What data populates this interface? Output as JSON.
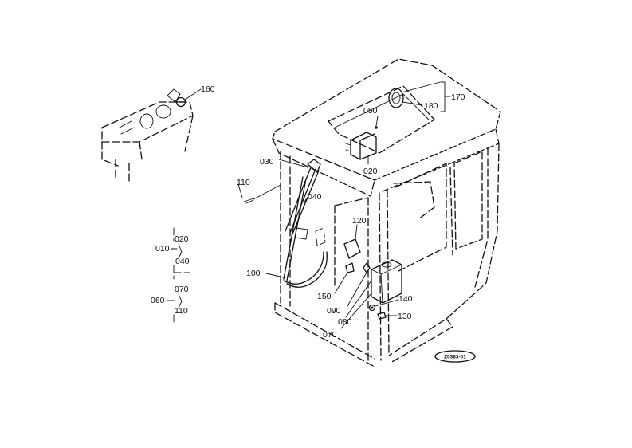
{
  "diagram": {
    "callouts": {
      "p160": "160",
      "p170": "170",
      "p180": "180",
      "p050": "050",
      "p020": "020",
      "p030": "030",
      "p110": "110",
      "p040": "040",
      "p120": "120",
      "p100": "100",
      "p150": "150",
      "p090": "090",
      "p080": "080",
      "p070": "070",
      "p140": "140",
      "p130": "130"
    },
    "legend": {
      "l010": "010",
      "l020": "020",
      "l040": "040",
      "l060": "060",
      "l070": "070",
      "l110": "110"
    },
    "drawing_code": "Z0383-01"
  }
}
